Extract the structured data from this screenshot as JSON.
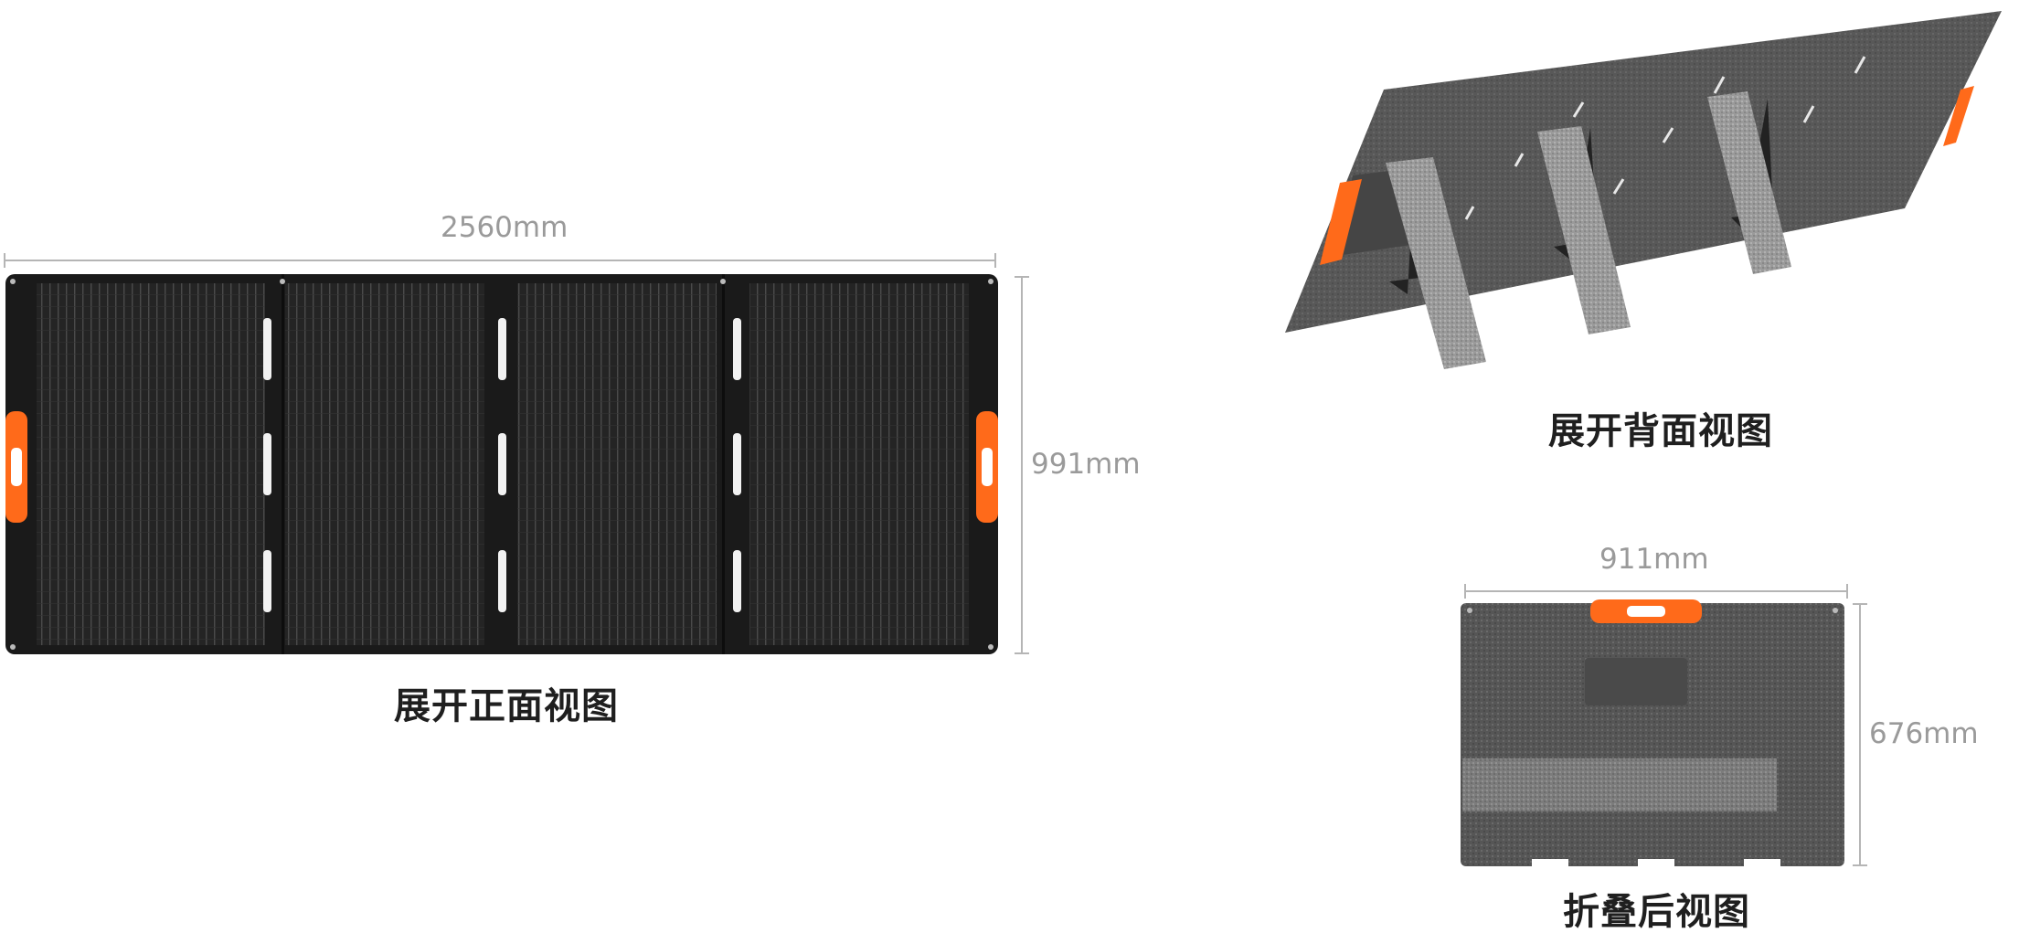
{
  "front_view": {
    "width_label": "2560mm",
    "height_label": "991mm",
    "caption": "展开正面视图"
  },
  "back_view": {
    "caption": "展开背面视图"
  },
  "folded_view": {
    "width_label": "911mm",
    "height_label": "676mm",
    "caption": "折叠后视图"
  },
  "colors": {
    "handle": "#ff6a1a",
    "panel": "#1a1a1a",
    "fabric": "#565656",
    "dimension_line": "#b5b5b5",
    "dimension_text": "#9a9a9a"
  }
}
